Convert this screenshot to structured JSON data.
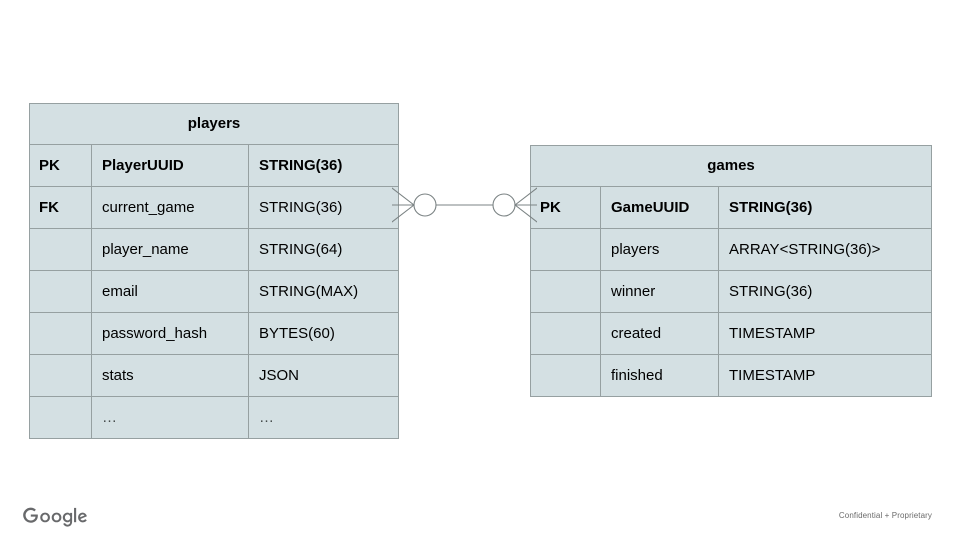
{
  "slide": {
    "background_color": "#ffffff",
    "table_fill_color": "#d4e0e3",
    "table_border_color": "#96a0a1",
    "connector_color": "#7b8384"
  },
  "tables": {
    "players": {
      "title": "players",
      "rows": [
        {
          "key": "PK",
          "name": "PlayerUUID",
          "type": "STRING(36)"
        },
        {
          "key": "FK",
          "name": "current_game",
          "type": "STRING(36)"
        },
        {
          "key": "",
          "name": "player_name",
          "type": "STRING(64)"
        },
        {
          "key": "",
          "name": "email",
          "type": "STRING(MAX)"
        },
        {
          "key": "",
          "name": "password_hash",
          "type": "BYTES(60)"
        },
        {
          "key": "",
          "name": "stats",
          "type": "JSON"
        },
        {
          "key": "",
          "name": "…",
          "type": "…"
        }
      ]
    },
    "games": {
      "title": "games",
      "rows": [
        {
          "key": "PK",
          "name": "GameUUID",
          "type": "STRING(36)"
        },
        {
          "key": "",
          "name": "players",
          "type": "ARRAY<STRING(36)>"
        },
        {
          "key": "",
          "name": "winner",
          "type": "STRING(36)"
        },
        {
          "key": "",
          "name": "created",
          "type": "TIMESTAMP"
        },
        {
          "key": "",
          "name": "finished",
          "type": "TIMESTAMP"
        }
      ]
    }
  },
  "relationship": {
    "type": "many-to-many",
    "left_cardinality": "zero-or-many",
    "right_cardinality": "zero-or-many",
    "from_table": "players",
    "from_field": "current_game",
    "to_table": "games",
    "to_field": "GameUUID"
  },
  "footer": {
    "logo_text": "Google",
    "note": "Confidential + Proprietary"
  }
}
